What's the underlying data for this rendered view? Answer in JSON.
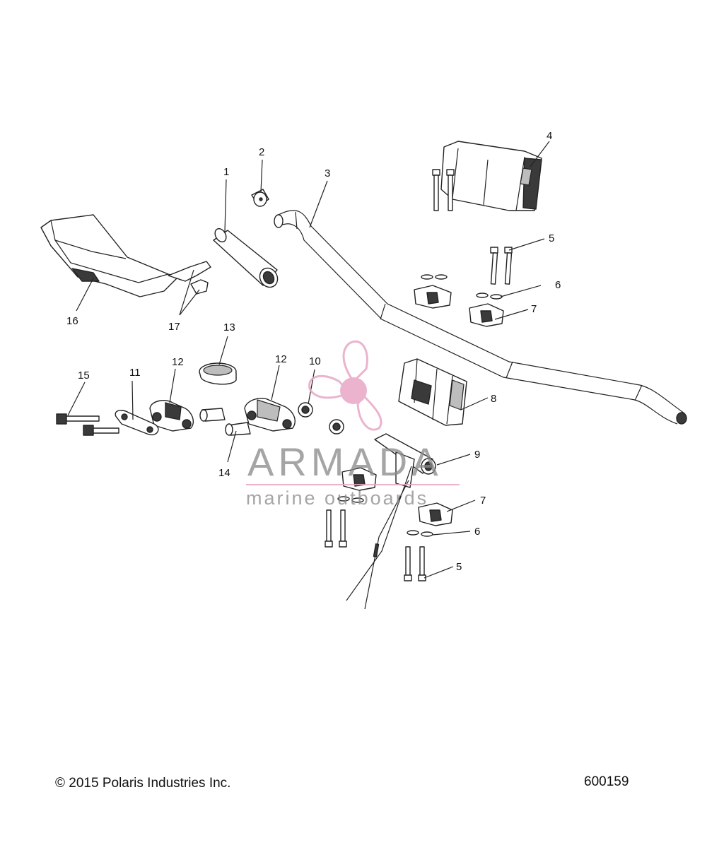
{
  "callouts": [
    {
      "id": "c1",
      "text": "1"
    },
    {
      "id": "c2",
      "text": "2"
    },
    {
      "id": "c3",
      "text": "3"
    },
    {
      "id": "c4",
      "text": "4"
    },
    {
      "id": "c5a",
      "text": "5"
    },
    {
      "id": "c6a",
      "text": "6"
    },
    {
      "id": "c7a",
      "text": "7"
    },
    {
      "id": "c8",
      "text": "8"
    },
    {
      "id": "c9",
      "text": "9"
    },
    {
      "id": "c7b",
      "text": "7"
    },
    {
      "id": "c6b",
      "text": "6"
    },
    {
      "id": "c5b",
      "text": "5"
    },
    {
      "id": "c10",
      "text": "10"
    },
    {
      "id": "c11",
      "text": "11"
    },
    {
      "id": "c12a",
      "text": "12"
    },
    {
      "id": "c12b",
      "text": "12"
    },
    {
      "id": "c13",
      "text": "13"
    },
    {
      "id": "c14",
      "text": "14"
    },
    {
      "id": "c15",
      "text": "15"
    },
    {
      "id": "c16",
      "text": "16"
    },
    {
      "id": "c17",
      "text": "17"
    }
  ],
  "watermark": {
    "brand": "ARMADA",
    "tagline": "marine outboards",
    "color": "#e8a6c6"
  },
  "footer": {
    "copyright": "© 2015 Polaris Industries Inc.",
    "drawing_number": "600159"
  }
}
